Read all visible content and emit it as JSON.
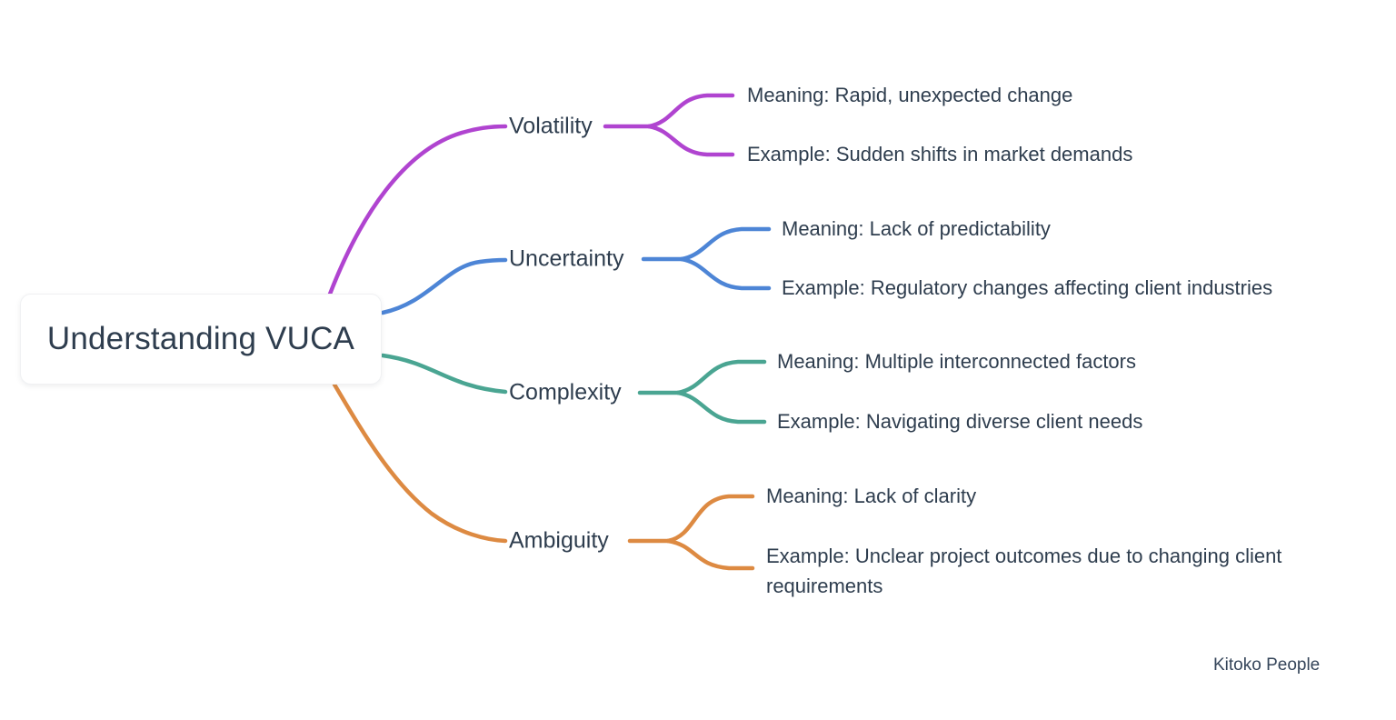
{
  "page": {
    "background": "#ffffff",
    "text_color": "#2e3d4e"
  },
  "root": {
    "title": "Understanding VUCA"
  },
  "branches": [
    {
      "label": "Volatility",
      "color": "#b044d0",
      "children": [
        {
          "text": "Meaning: Rapid, unexpected change"
        },
        {
          "text": "Example: Sudden shifts in market demands"
        }
      ]
    },
    {
      "label": "Uncertainty",
      "color": "#4d85d6",
      "children": [
        {
          "text": "Meaning: Lack of predictability"
        },
        {
          "text": "Example: Regulatory changes affecting client industries"
        }
      ]
    },
    {
      "label": "Complexity",
      "color": "#4aa592",
      "children": [
        {
          "text": "Meaning: Multiple interconnected factors"
        },
        {
          "text": "Example: Navigating diverse client needs"
        }
      ]
    },
    {
      "label": "Ambiguity",
      "color": "#dd8a42",
      "children": [
        {
          "text": "Meaning: Lack of clarity"
        },
        {
          "text": "Example: Unclear project outcomes due to changing client requirements"
        }
      ]
    }
  ],
  "footer": {
    "credit": "Kitoko People"
  }
}
